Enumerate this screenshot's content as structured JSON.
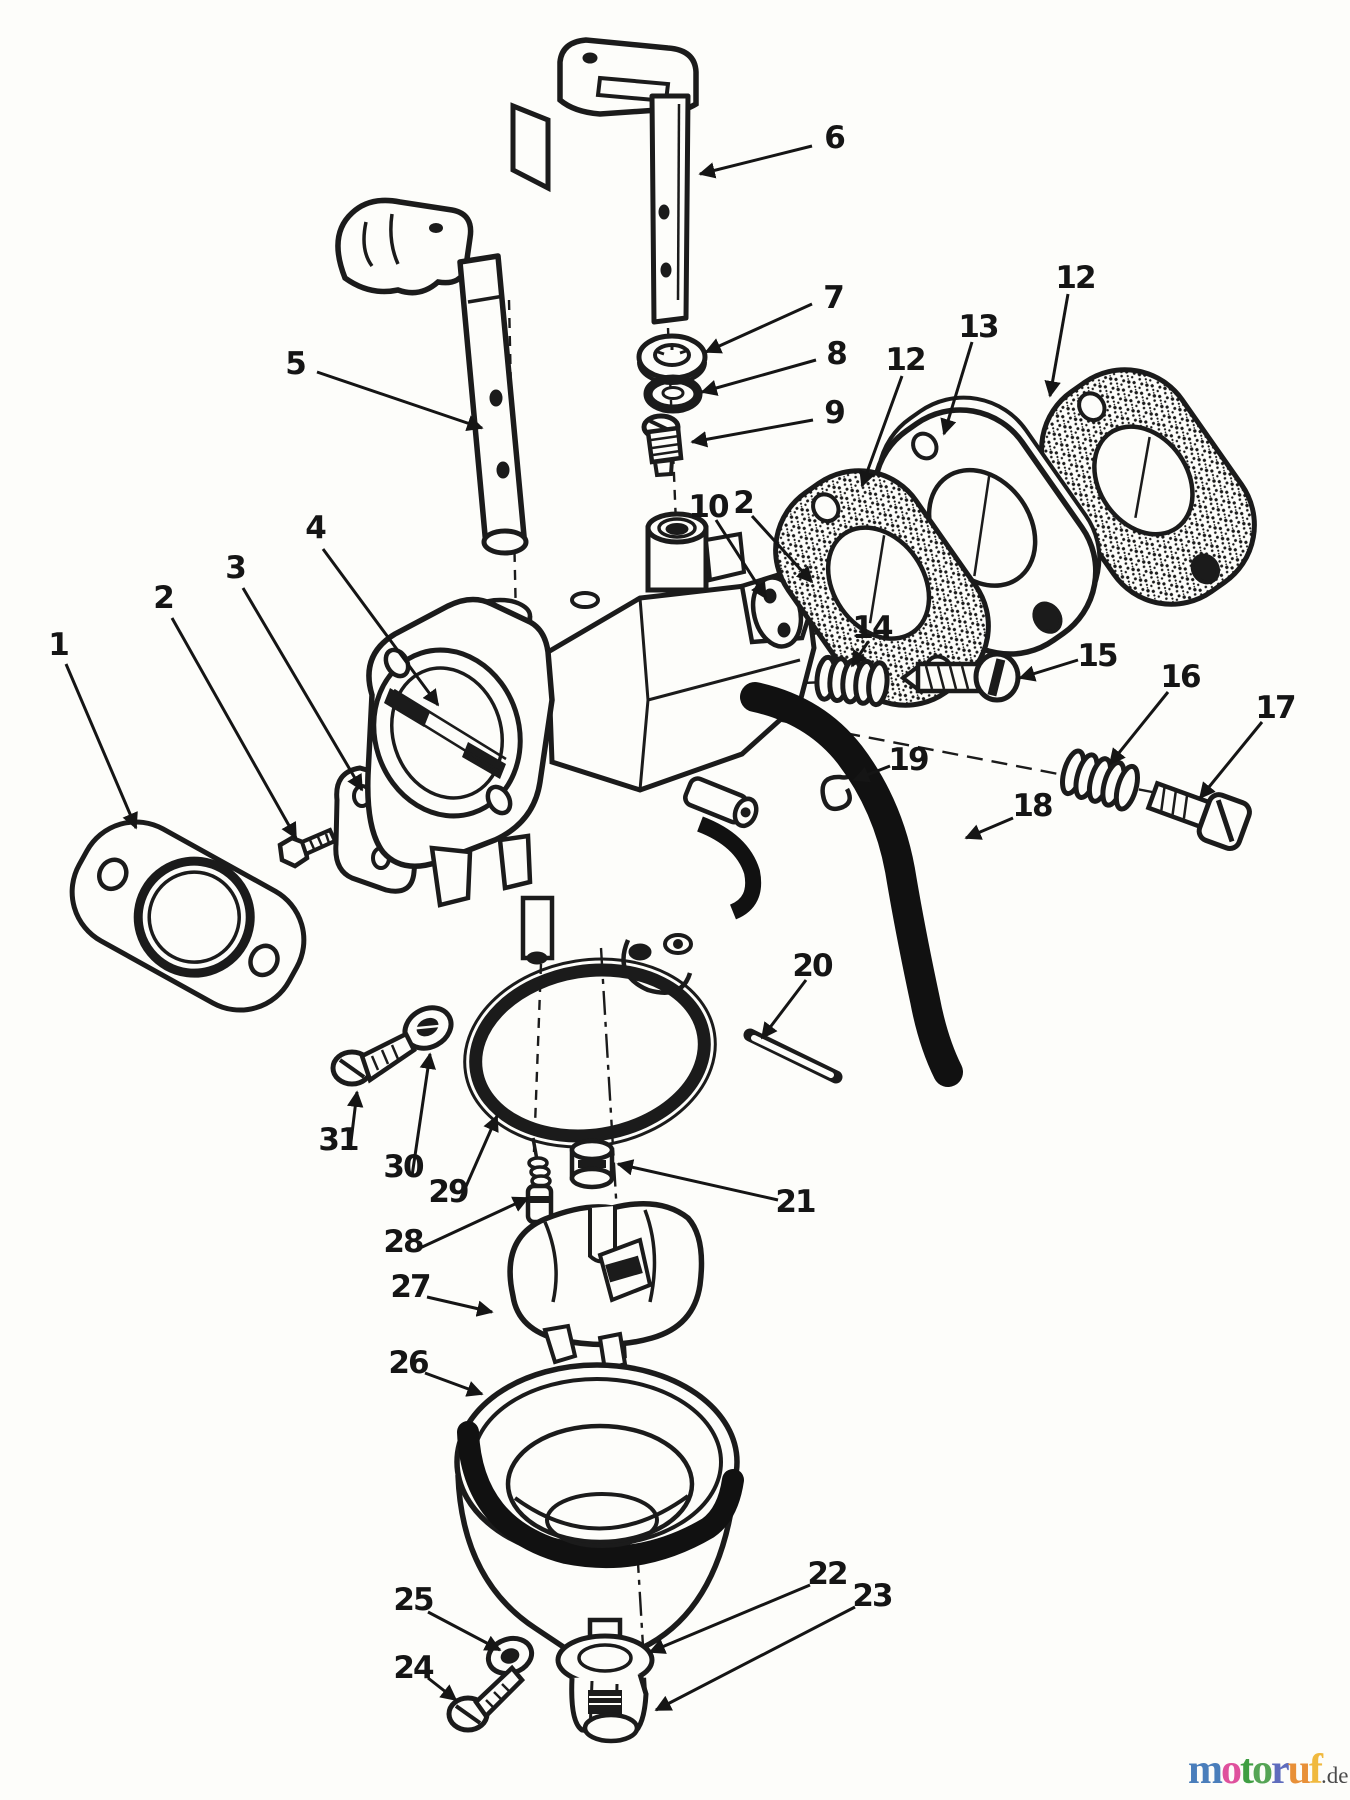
{
  "callouts": [
    {
      "id": "1",
      "label": "1"
    },
    {
      "id": "2",
      "label": "2"
    },
    {
      "id": "3",
      "label": "3"
    },
    {
      "id": "4",
      "label": "4"
    },
    {
      "id": "5",
      "label": "5"
    },
    {
      "id": "6",
      "label": "6"
    },
    {
      "id": "7",
      "label": "7"
    },
    {
      "id": "8",
      "label": "8"
    },
    {
      "id": "9",
      "label": "9"
    },
    {
      "id": "10",
      "label": "10"
    },
    {
      "id": "2b",
      "label": "2"
    },
    {
      "id": "12a",
      "label": "12"
    },
    {
      "id": "13",
      "label": "13"
    },
    {
      "id": "12b",
      "label": "12"
    },
    {
      "id": "14",
      "label": "14"
    },
    {
      "id": "15",
      "label": "15"
    },
    {
      "id": "16",
      "label": "16"
    },
    {
      "id": "17",
      "label": "17"
    },
    {
      "id": "18",
      "label": "18"
    },
    {
      "id": "19",
      "label": "19"
    },
    {
      "id": "20",
      "label": "20"
    },
    {
      "id": "21",
      "label": "21"
    },
    {
      "id": "22",
      "label": "22"
    },
    {
      "id": "23",
      "label": "23"
    },
    {
      "id": "24",
      "label": "24"
    },
    {
      "id": "25",
      "label": "25"
    },
    {
      "id": "26",
      "label": "26"
    },
    {
      "id": "27",
      "label": "27"
    },
    {
      "id": "28",
      "label": "28"
    },
    {
      "id": "29",
      "label": "29"
    },
    {
      "id": "30",
      "label": "30"
    },
    {
      "id": "31",
      "label": "31"
    }
  ],
  "watermark": {
    "letters": [
      {
        "char": "m",
        "color": "#4a7ebb"
      },
      {
        "char": "o",
        "color": "#df519d"
      },
      {
        "char": "t",
        "color": "#3f9e42"
      },
      {
        "char": "o",
        "color": "#55a455"
      },
      {
        "char": "r",
        "color": "#5f6cbd"
      },
      {
        "char": "u",
        "color": "#e89038"
      },
      {
        "char": "f",
        "color": "#f0b93e"
      }
    ],
    "suffix": ".de",
    "suffix_color": "#4a4a4a"
  }
}
